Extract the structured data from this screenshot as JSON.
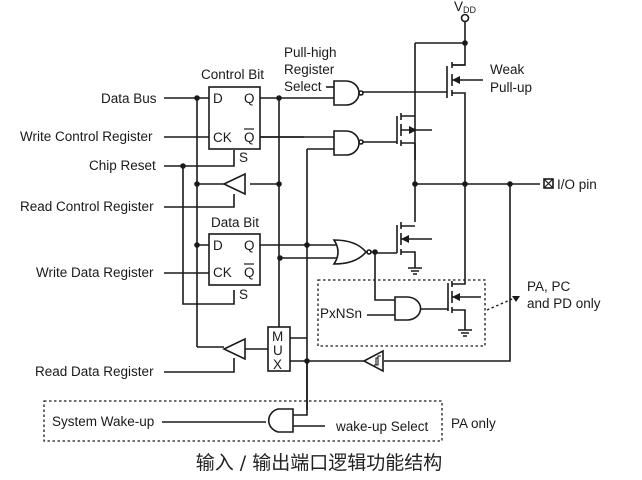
{
  "labels": {
    "vdd": "V",
    "vdd_sub": "DD",
    "data_bus": "Data Bus",
    "write_control_register": "Write Control Register",
    "chip_reset": "Chip Reset",
    "read_control_register": "Read Control Register",
    "write_data_register": "Write Data Register",
    "read_data_register": "Read Data Register",
    "system_wakeup": "System Wake-up",
    "control_bit": "Control Bit",
    "data_bit": "Data Bit",
    "pull_high_1": "Pull-high",
    "pull_high_2": "Register",
    "pull_high_3": "Select",
    "weak_1": "Weak",
    "weak_2": "Pull-up",
    "io_pin": "I/O pin",
    "pxnsn": "PxNSn",
    "pa_pc_1": "PA, PC",
    "pa_pc_2": "and PD only",
    "wakeup_select": "wake-up Select",
    "pa_only": "PA only",
    "ff_d": "D",
    "ff_q": "Q",
    "ff_ck": "CK",
    "ff_qbar": "Q",
    "ff_s": "S",
    "mux_m": "M",
    "mux_u": "U",
    "mux_x": "X"
  },
  "caption": "输入 / 输出端口逻辑功能结构"
}
